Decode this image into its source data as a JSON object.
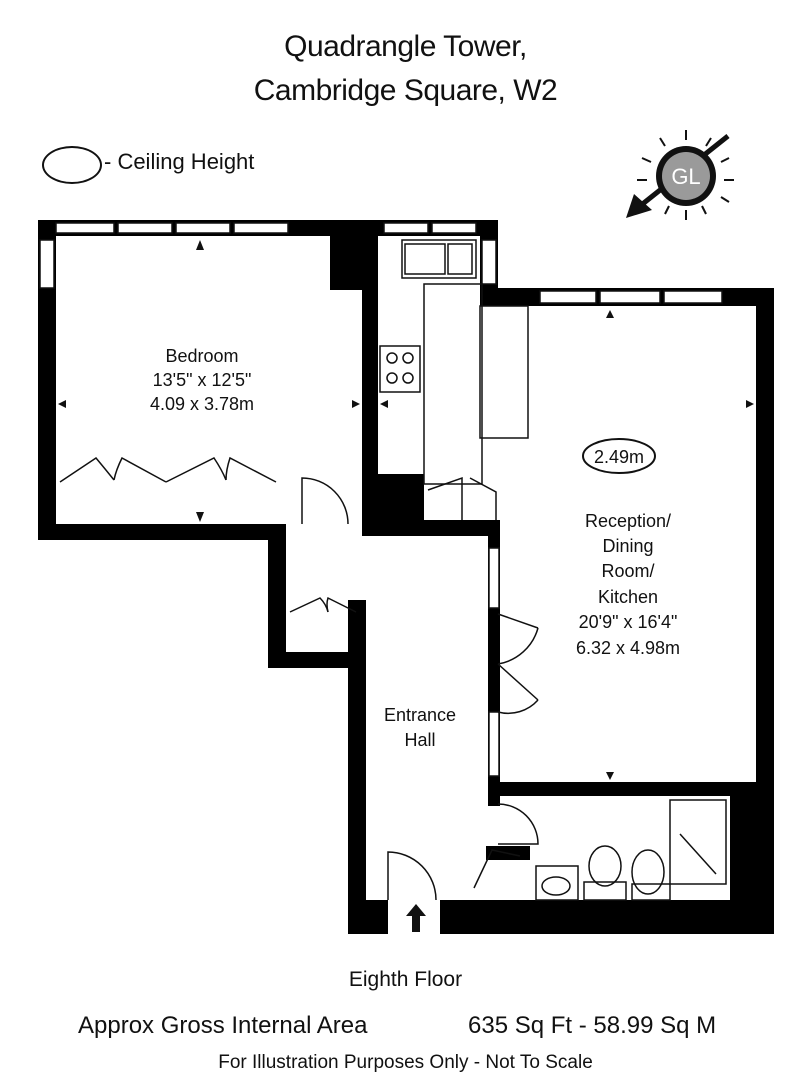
{
  "header": {
    "title_line1": "Quadrangle Tower,",
    "title_line2": "Cambridge Square, W2"
  },
  "legend": {
    "label": "- Ceiling Height"
  },
  "compass": {
    "badge": "GL",
    "icon": "north-arrow-icon"
  },
  "rooms": {
    "bedroom": {
      "name": "Bedroom",
      "imperial": "13'5\" x 12'5\"",
      "metric": "4.09 x 3.78m"
    },
    "reception": {
      "name_lines": [
        "Reception/",
        "Dining",
        "Room/",
        "Kitchen"
      ],
      "imperial": "20'9\" x 16'4\"",
      "metric": "6.32 x 4.98m",
      "ceiling_height": "2.49m"
    },
    "hall": {
      "name_lines": [
        "Entrance",
        "Hall"
      ]
    }
  },
  "footer": {
    "floor": "Eighth Floor",
    "area_label": "Approx Gross Internal Area",
    "area_value": "635 Sq Ft  -  58.99 Sq M",
    "disclaimer": "For Illustration Purposes Only - Not To Scale"
  },
  "colors": {
    "wall": "#000000",
    "window_fill": "#ffffff",
    "compass_badge": "#9a9a9a"
  }
}
